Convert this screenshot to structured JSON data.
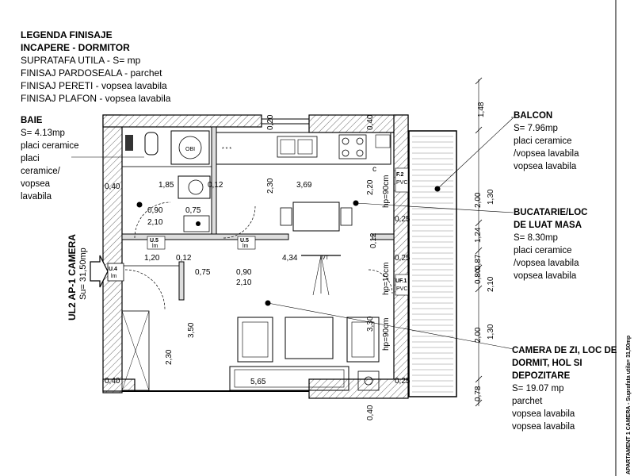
{
  "legend": {
    "title": "LEGENDA FINISAJE",
    "room": "INCAPERE - DORMITOR",
    "area": "SUPRATAFA UTILA - S= mp",
    "floor": "FINISAJ PARDOSEALA - parchet",
    "walls": "FINISAJ PERETI - vopsea lavabila",
    "ceiling": "FINISAJ PLAFON - vopsea lavabila"
  },
  "rooms": {
    "baie": {
      "name": "BAIE",
      "area": "S= 4.13mp",
      "f1": "placi ceramice",
      "f2": "placi",
      "f3": "ceramice/",
      "f4": "vopsea",
      "f5": "lavabila"
    },
    "balcon": {
      "name": "BALCON",
      "area": "S= 7.96mp",
      "f1": "placi ceramice",
      "f2": "/vopsea lavabila",
      "f3": "vopsea lavabila"
    },
    "bucatarie": {
      "name1": "BUCATARIE/LOC",
      "name2": "DE LUAT MASA",
      "area": "S= 8.30mp",
      "f1": "placi ceramice",
      "f2": "/vopsea lavabila",
      "f3": "vopsea lavabila"
    },
    "camera": {
      "name1": "CAMERA DE ZI, LOC DE",
      "name2": "DORMIT, HOL SI",
      "name3": "DEPOZITARE",
      "area": "S= 19.07 mp",
      "f1": "parchet",
      "f2": "vopsea lavabila",
      "f3": "vopsea lavabila"
    }
  },
  "unit": {
    "title": "UL2 AP-1 CAMERA",
    "area": "Su= 31,50mp"
  },
  "sheet_label": "APARTAMENT 1 CAMERA - Suprafata utila= 31,50mp",
  "entrance": {
    "code": "U.4",
    "dim": "lm"
  },
  "doors": [
    {
      "code": "U.5",
      "dim": "lm"
    },
    {
      "code": "U.5",
      "dim": "lm"
    },
    {
      "code": "F.2",
      "dim": "PVC"
    },
    {
      "code": "UF.1",
      "dim": "PVC"
    }
  ],
  "dims": {
    "d020": "0,20",
    "d040top": "0,40",
    "d185": "1,85",
    "d012a": "0,12",
    "d230a": "2,30",
    "d369": "3,69",
    "d220": "2,20",
    "hp90cm": "hp=90cm",
    "d040left": "0,40",
    "d090a": "0,90",
    "d210a": "2,10",
    "d075a": "0,75",
    "d025a": "0,25",
    "d012b": "0,12",
    "d120": "1,20",
    "d012c": "0,12",
    "d434": "4,34",
    "vt": "VT",
    "d025b": "0,25",
    "hp10cm": "hp=10cm",
    "d075b": "0,75",
    "d090b": "0,90",
    "d210b": "2,10",
    "d350": "3,50",
    "d230b": "2,30",
    "d330": "3,30",
    "hp90cm2": "hp=90cm",
    "d565": "5,65",
    "d040bl": "0,40",
    "d025c": "0,25",
    "d040bottom": "0,40",
    "c": "c",
    "r148": "1,48",
    "r200a": "2,00",
    "r130a": "1,30",
    "r124": "1,24",
    "r080": "0,80",
    "r087": "0,87",
    "r210": "2,10",
    "r200b": "2,00",
    "r130b": "1,30",
    "r078": "0,78"
  },
  "colors": {
    "wall": "#7a7a7a",
    "line": "#000000"
  }
}
